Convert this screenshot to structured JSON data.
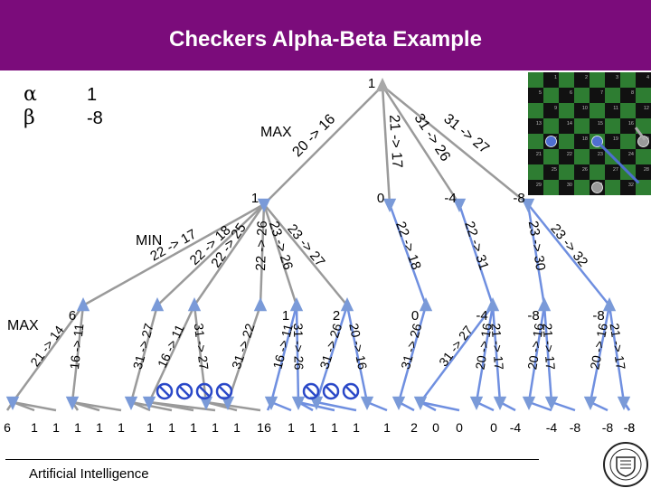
{
  "title": "Checkers Alpha-Beta Example",
  "alpha_symbol": "α",
  "beta_symbol": "β",
  "alpha_value": "1",
  "beta_value": "-8",
  "labels": {
    "max_top": "MAX",
    "min": "MIN",
    "max_bottom": "MAX"
  },
  "footer": "Artificial Intelligence",
  "colors": {
    "title_bg": "#7b0c7b",
    "node": "#7a9ad8",
    "node_gray": "#a8a8a8",
    "edge_gray": "#9a9a9a",
    "edge_blue": "#6f8fe0",
    "prune": "#2a48c8"
  },
  "board_numbers": [
    "1",
    "2",
    "3",
    "4",
    "5",
    "6",
    "7",
    "8",
    "9",
    "10",
    "11",
    "12",
    "13",
    "14",
    "15",
    "16",
    "17",
    "18",
    "19",
    "20",
    "21",
    "22",
    "23",
    "24",
    "25",
    "26",
    "27",
    "28",
    "29",
    "30",
    "31",
    "32"
  ],
  "root": {
    "value": "1"
  },
  "level1": [
    {
      "value": "1",
      "move": "20 -> 16"
    },
    {
      "value": "0",
      "move": "21 -> 17"
    },
    {
      "value": "-4",
      "move": "31 -> 26"
    },
    {
      "value": "-8",
      "move": "31 -> 27"
    }
  ],
  "level2": [
    {
      "value": "6",
      "move": "22 -> 17"
    },
    {
      "value": "",
      "move": "22 -> 18"
    },
    {
      "value": "",
      "move": "22 -> 25"
    },
    {
      "value": "",
      "move": "22 -> 26"
    },
    {
      "value": "1",
      "move": "23 -> 26"
    },
    {
      "value": "2",
      "move": "23 -> 27"
    },
    {
      "value": "0",
      "move": "22 -> 18"
    },
    {
      "value": "-4",
      "move": "22 -> 31"
    },
    {
      "value": "-8",
      "move": "23 -> 30"
    },
    {
      "value": "-8",
      "move": "23 -> 32"
    }
  ],
  "level3": [
    {
      "move": "21 -> 14"
    },
    {
      "move": "16 -> 11"
    },
    {
      "move": "31 -> 27"
    },
    {
      "move": "16 -> 11"
    },
    {
      "move": "31 -> 27"
    },
    {
      "move": "31 -> 22"
    },
    {
      "move": "16 -> 11"
    },
    {
      "move": "31 -> 26"
    },
    {
      "move": "31 -> 26"
    },
    {
      "move": "20 -> 16"
    },
    {
      "move": "31 -> 26"
    },
    {
      "move": "31 -> 27"
    },
    {
      "move": "20 -> 16"
    },
    {
      "move": "21 -> 17"
    },
    {
      "move": "20 -> 16"
    },
    {
      "move": "21 -> 17"
    },
    {
      "move": "20 -> 16"
    },
    {
      "move": "21 -> 17"
    }
  ],
  "leaf_values": [
    "6",
    "1",
    "1",
    "1",
    "1",
    "1",
    "1",
    "1",
    "1",
    "1",
    "1",
    "1",
    "6",
    "1",
    "1",
    "1",
    "1",
    "1",
    "2",
    "0",
    "0",
    "0",
    "-4",
    "-4",
    "-8",
    "-8",
    "-8",
    "-8"
  ]
}
